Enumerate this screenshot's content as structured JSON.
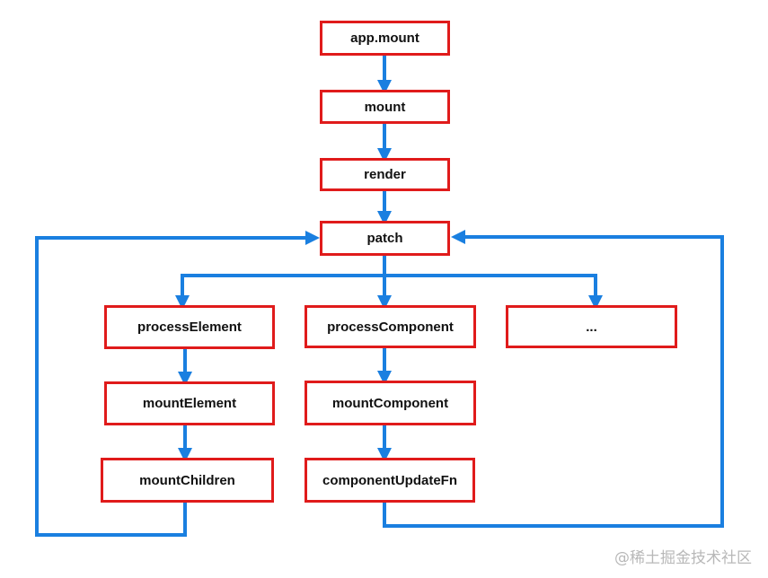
{
  "colors": {
    "box_border": "#e01b1b",
    "arrow": "#1a7fe0"
  },
  "nodes": {
    "app_mount": "app.mount",
    "mount": "mount",
    "render": "render",
    "patch": "patch",
    "process_element": "processElement",
    "process_component": "processComponent",
    "ellipsis": "...",
    "mount_element": "mountElement",
    "mount_component": "mountComponent",
    "mount_children": "mountChildren",
    "component_update_fn": "componentUpdateFn"
  },
  "watermark": "@稀土掘金技术社区"
}
